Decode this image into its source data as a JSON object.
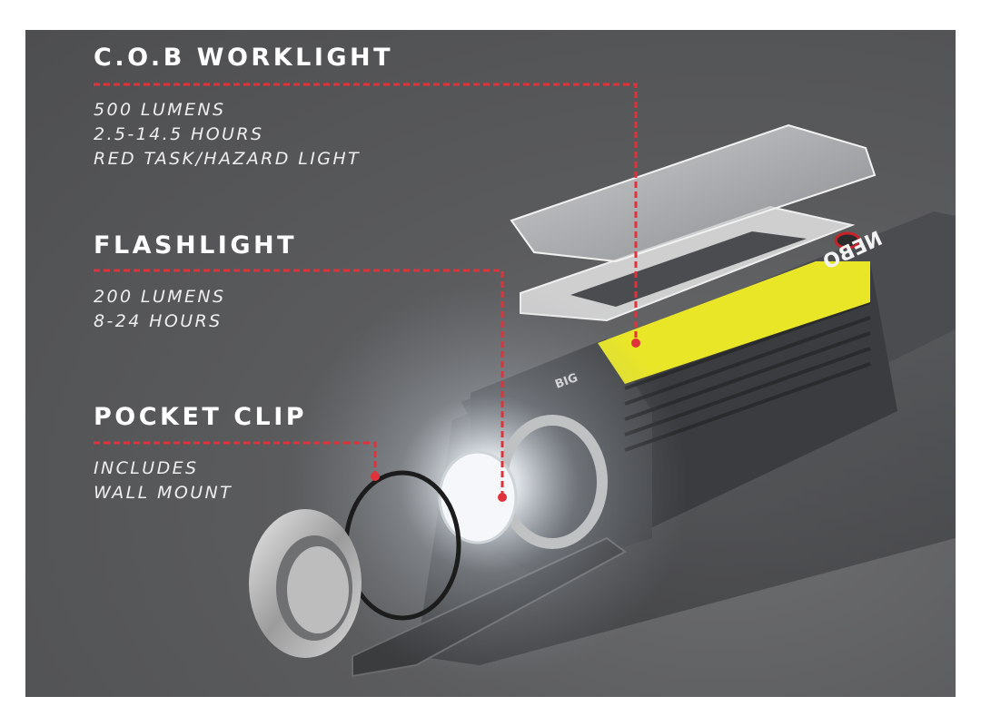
{
  "callouts": [
    {
      "title": "C.O.B WORKLIGHT",
      "lines": [
        "500 LUMENS",
        "2.5-14.5 HOURS",
        "RED TASK/HAZARD LIGHT"
      ]
    },
    {
      "title": "FLASHLIGHT",
      "lines": [
        "200 LUMENS",
        "8-24 HOURS"
      ]
    },
    {
      "title": "POCKET CLIP",
      "lines": [
        "INCLUDES",
        "WALL MOUNT"
      ]
    }
  ],
  "product": {
    "brand_logo": "NEBO",
    "model_logo": "BIG"
  },
  "colors": {
    "leader": "#e0323a",
    "battery": "#e9e628",
    "background": "#58595b"
  }
}
